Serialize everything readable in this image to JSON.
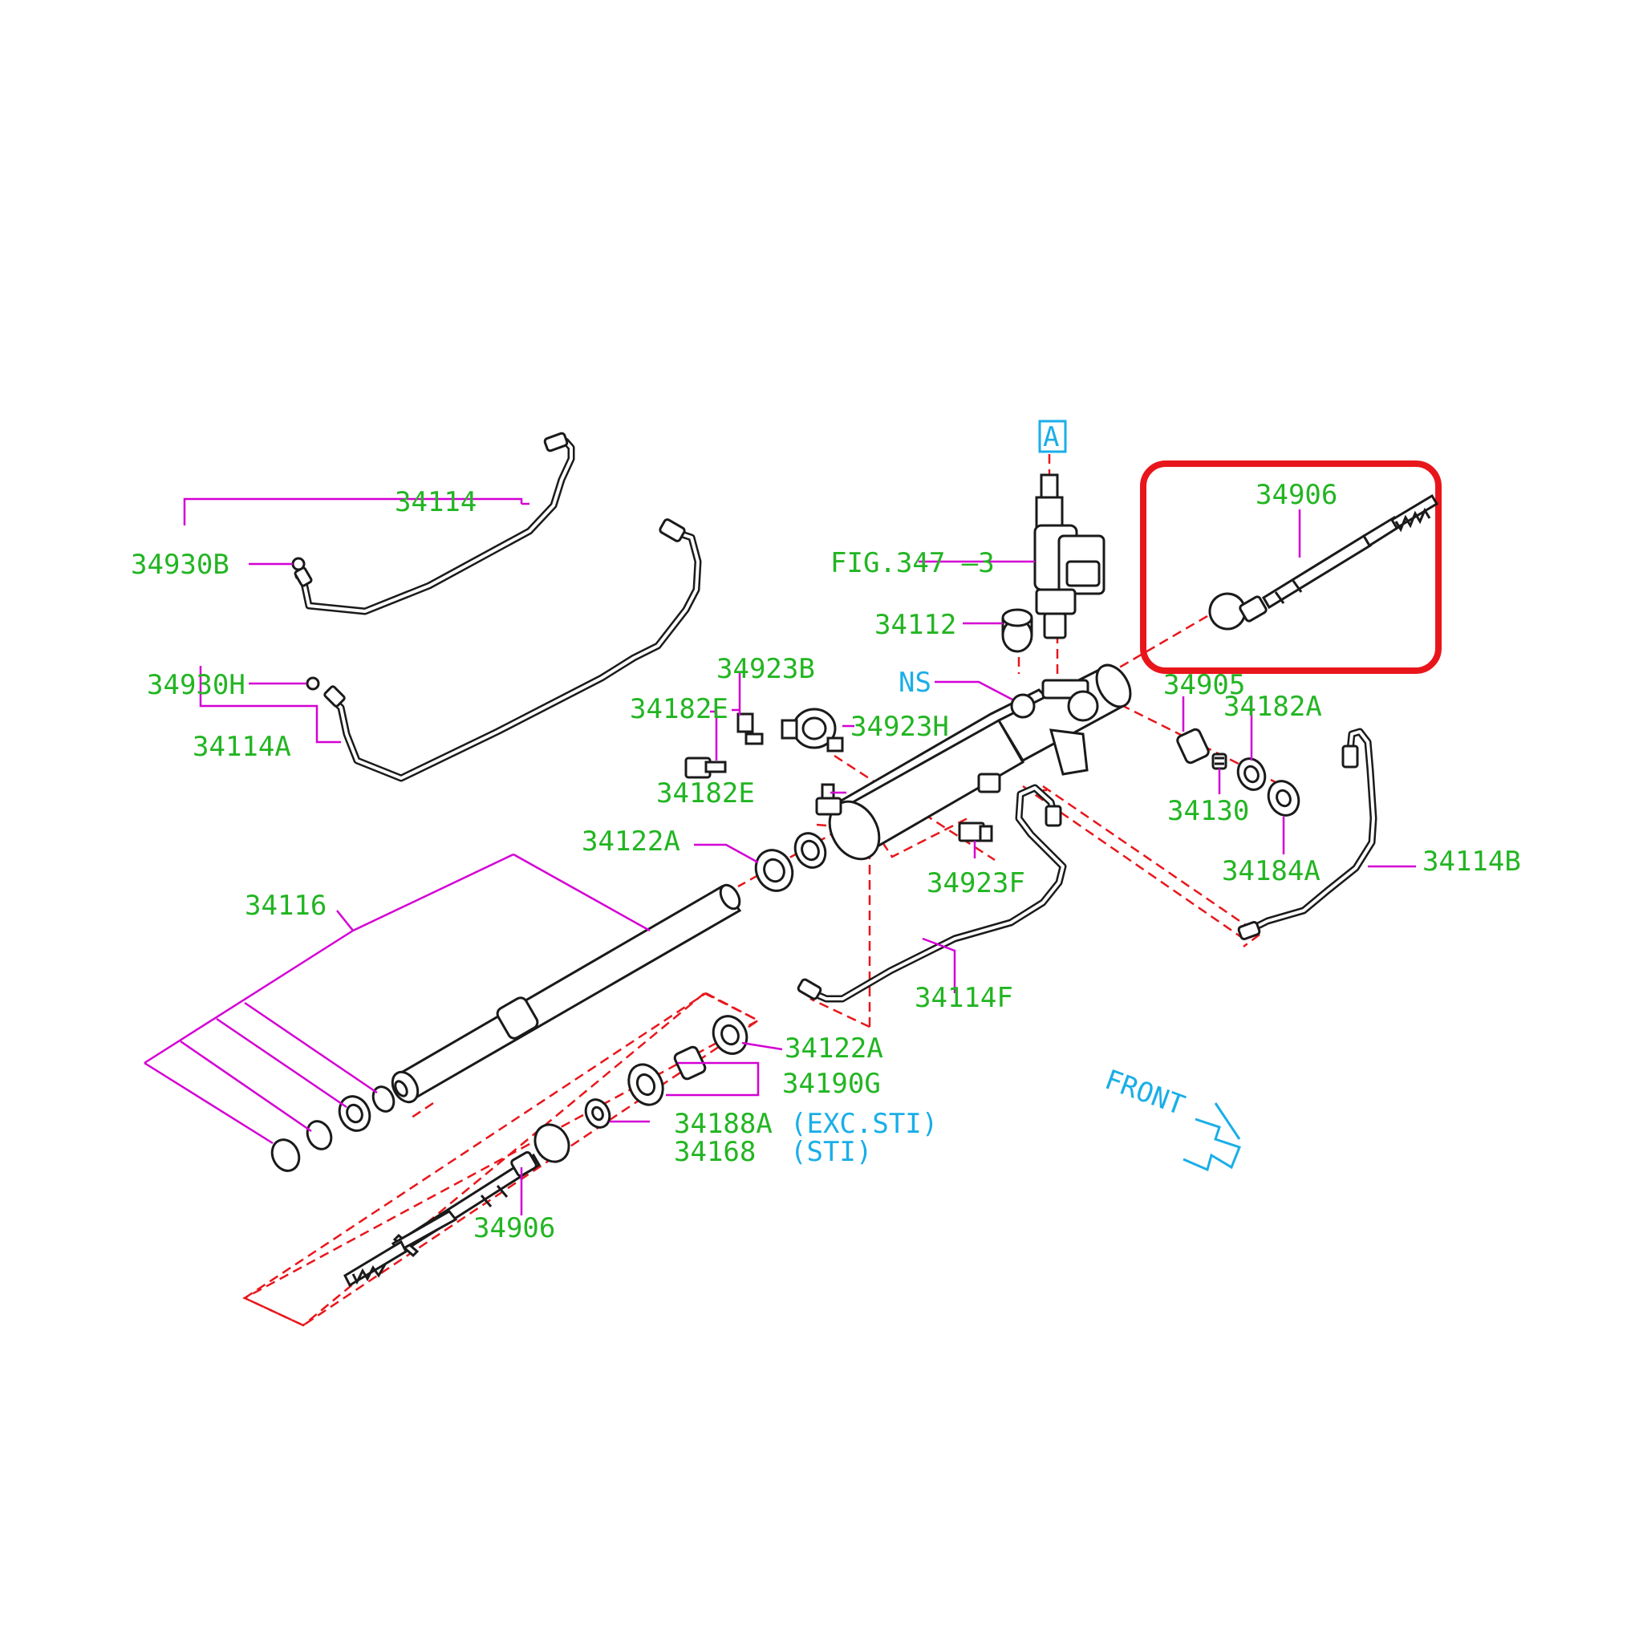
{
  "colors": {
    "part_number": "#22b522",
    "reference": "#1aaee8",
    "leader": "#d400d4",
    "dashed_guide": "#e8161b",
    "highlight_box": "#e8161b",
    "outline": "#1a1a1a"
  },
  "view_marker": "A",
  "front_label": "FRONT",
  "front_icon": "front-arrow-icon",
  "highlight_part": "34906",
  "labels": {
    "p34114": "34114",
    "p34930B": "34930B",
    "p34930H": "34930H",
    "p34114A": "34114A",
    "fig347": "FIG.347 —3",
    "p34112": "34112",
    "ns": "NS",
    "p34906_top": "34906",
    "p34923B": "34923B",
    "p34182E_a": "34182E",
    "p34923H": "34923H",
    "p34182E_b": "34182E",
    "p34905": "34905",
    "p34182A": "34182A",
    "p34130": "34130",
    "p34184A": "34184A",
    "p34114B": "34114B",
    "p34122A_a": "34122A",
    "p34923F": "34923F",
    "p34116": "34116",
    "p34114F": "34114F",
    "p34122A_b": "34122A",
    "p34190G": "34190G",
    "p34188A": "34188A",
    "exc_sti": "(EXC.STI)",
    "p34168": "34168",
    "sti": "(STI)",
    "p34906_bottom": "34906"
  }
}
